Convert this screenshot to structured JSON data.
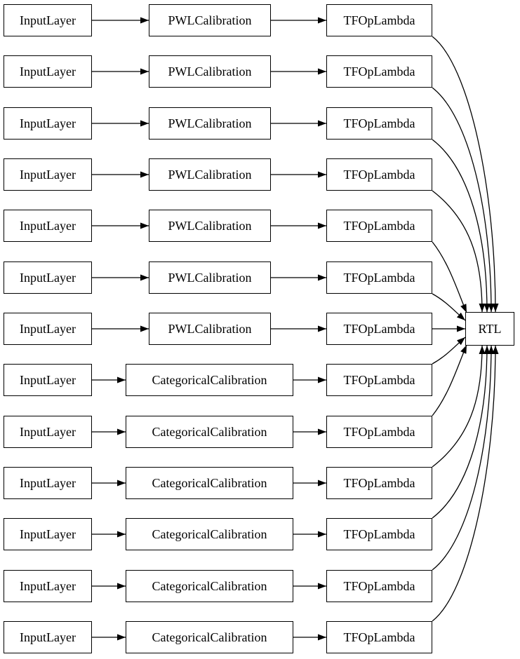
{
  "diagram": {
    "title": "keras-model-graph",
    "background_color": "#ffffff",
    "node_fill_color": "#ffffff",
    "node_border_color": "#000000",
    "text_color": "#000000",
    "sink": {
      "label": "RTL"
    },
    "rows": [
      {
        "input": "InputLayer",
        "calibration": "PWLCalibration",
        "lambda": "TFOpLambda"
      },
      {
        "input": "InputLayer",
        "calibration": "PWLCalibration",
        "lambda": "TFOpLambda"
      },
      {
        "input": "InputLayer",
        "calibration": "PWLCalibration",
        "lambda": "TFOpLambda"
      },
      {
        "input": "InputLayer",
        "calibration": "PWLCalibration",
        "lambda": "TFOpLambda"
      },
      {
        "input": "InputLayer",
        "calibration": "PWLCalibration",
        "lambda": "TFOpLambda"
      },
      {
        "input": "InputLayer",
        "calibration": "PWLCalibration",
        "lambda": "TFOpLambda"
      },
      {
        "input": "InputLayer",
        "calibration": "PWLCalibration",
        "lambda": "TFOpLambda"
      },
      {
        "input": "InputLayer",
        "calibration": "CategoricalCalibration",
        "lambda": "TFOpLambda"
      },
      {
        "input": "InputLayer",
        "calibration": "CategoricalCalibration",
        "lambda": "TFOpLambda"
      },
      {
        "input": "InputLayer",
        "calibration": "CategoricalCalibration",
        "lambda": "TFOpLambda"
      },
      {
        "input": "InputLayer",
        "calibration": "CategoricalCalibration",
        "lambda": "TFOpLambda"
      },
      {
        "input": "InputLayer",
        "calibration": "CategoricalCalibration",
        "lambda": "TFOpLambda"
      },
      {
        "input": "InputLayer",
        "calibration": "CategoricalCalibration",
        "lambda": "TFOpLambda"
      }
    ]
  }
}
